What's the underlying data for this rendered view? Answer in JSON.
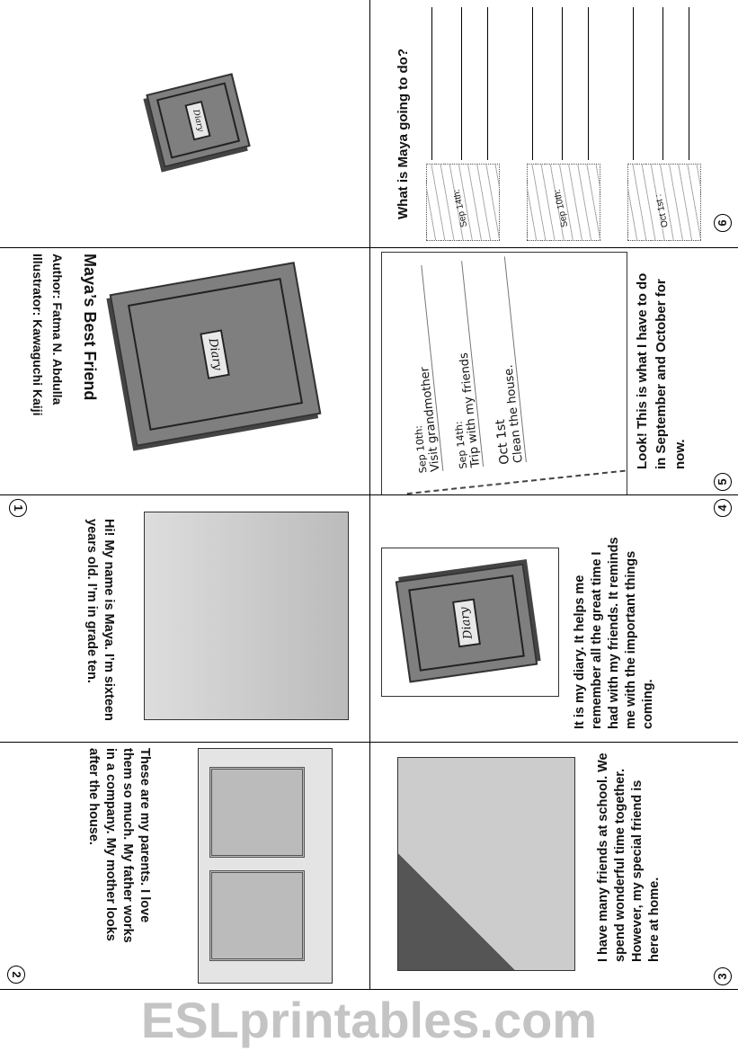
{
  "watermark": "ESLprintables.com",
  "cover": {
    "title": "Maya’s Best Friend",
    "author": "Author: Fatma N. Abdulla",
    "illustrator": "Illustrator: Kawaguchi Kaiji",
    "book_label": "Diary"
  },
  "back": {
    "book_label": "Diary"
  },
  "pages": [
    {
      "number": "1",
      "text": "Hi! My name is Maya. I’m sixteen years old. I’m in grade ten."
    },
    {
      "number": "2",
      "text": "These are my parents. I love them so much. My father works in a company. My mother looks after the house."
    },
    {
      "number": "3",
      "text": "I have many friends at school. We spend wonderful time together. However, my special friend is here at home."
    },
    {
      "number": "4",
      "text": "It is my diary. It helps me remember all the great time I had with my friends. It reminds me with the important things coming.",
      "book_label": "Diary"
    },
    {
      "number": "5",
      "text": "Look! This is what I have to do in September and October for now.",
      "diary_entries": [
        {
          "date": "Sep 10th:",
          "task": "Visit grandmother"
        },
        {
          "date": "Sep 14th:",
          "task": "Trip with my friends"
        },
        {
          "date": "Oct 1st",
          "task": "Clean the house."
        }
      ]
    },
    {
      "number": "6",
      "question": "What is Maya going to do?",
      "answers": [
        {
          "date": "Sep 14th:"
        },
        {
          "date": "Sep 10th:"
        },
        {
          "date": "Oct 1st :"
        }
      ]
    }
  ]
}
